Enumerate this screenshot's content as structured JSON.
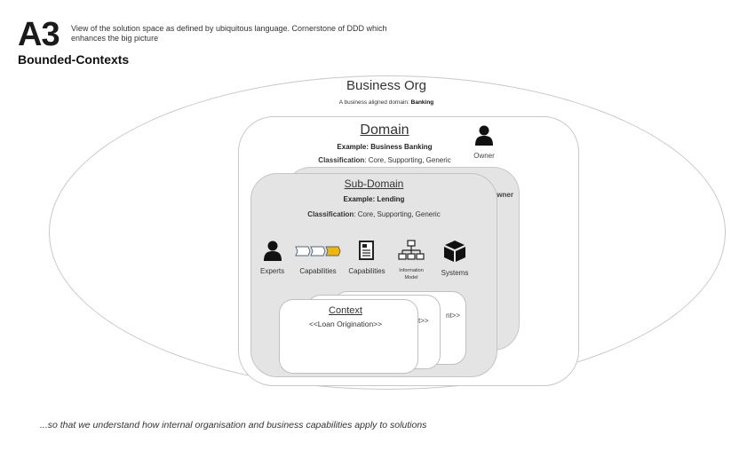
{
  "header": {
    "badge": "A3",
    "subtitle": "View of the solution space as defined by ubiquitous language. Cornerstone of DDD which enhances the big picture",
    "title": "Bounded-Contexts"
  },
  "business_org": {
    "title": "Business Org",
    "subtitle_prefix": "A business aligned domain: ",
    "subtitle_emphasis": "Banking"
  },
  "domain": {
    "title": "Domain",
    "example": "Example: Business Banking",
    "classification_label": "Classification",
    "classification_value": ": Core, Supporting, Generic",
    "owner_label": "Owner"
  },
  "sub_domain_back": {
    "partial_label": "Owner"
  },
  "sub_domain": {
    "title": "Sub-Domain",
    "example": "Example: Lending",
    "classification_label": "Classification",
    "classification_value": ": Core, Supporting, Generic",
    "icons": [
      {
        "icon": "person-icon",
        "label": "Experts"
      },
      {
        "icon": "value-chain-icon",
        "label": "Capabilities"
      },
      {
        "icon": "document-icon",
        "label": "Capabilities"
      },
      {
        "icon": "hierarchy-icon",
        "label": "Information Model"
      },
      {
        "icon": "cube-icon",
        "label": "Systems"
      }
    ],
    "accent_color": "#f2b705"
  },
  "contexts": {
    "back_tail": "nt>>",
    "mid_tail": "t>>",
    "front_title": "Context",
    "front_name": "<<Loan Origination>>"
  },
  "footer": "...so that we understand how internal organisation and business capabilities apply to solutions"
}
